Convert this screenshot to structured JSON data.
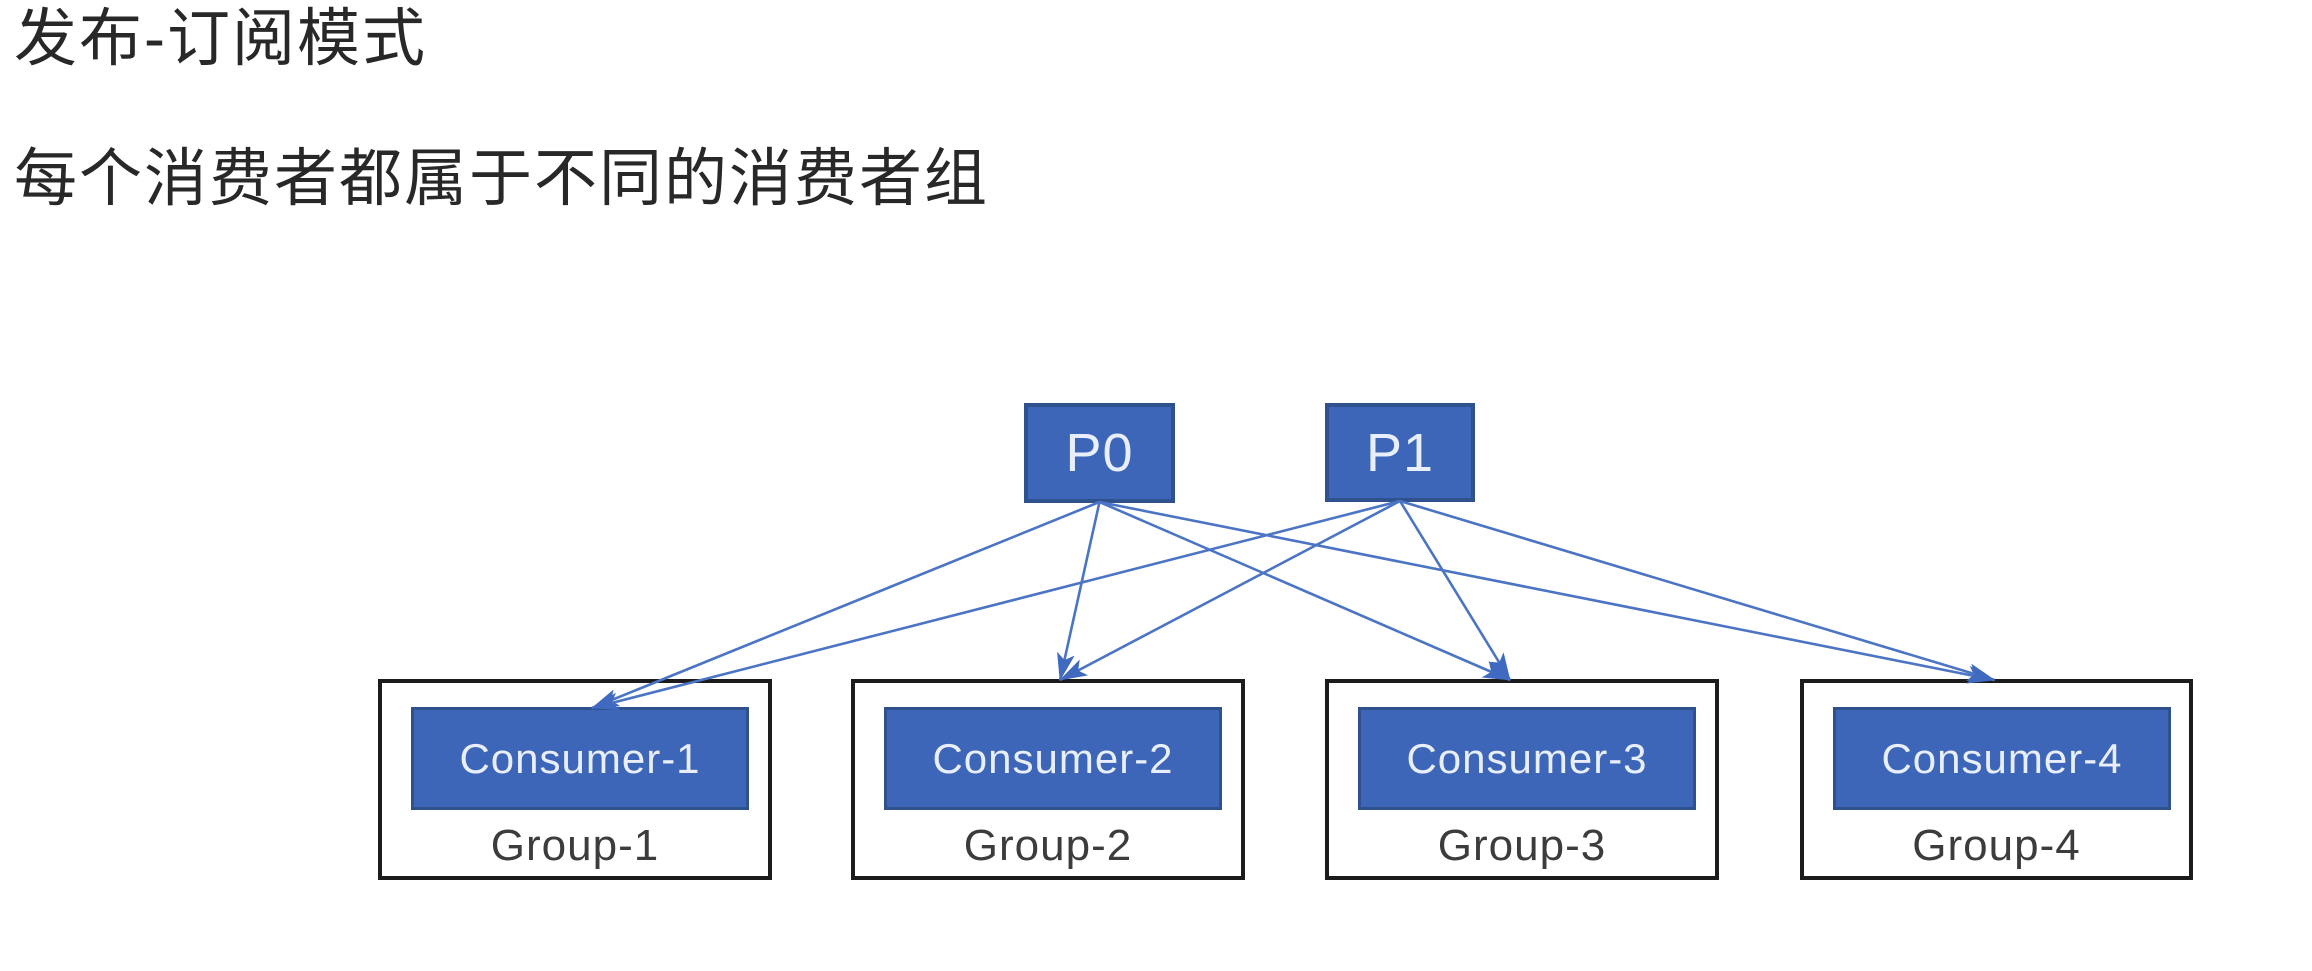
{
  "page": {
    "title": "发布-订阅模式",
    "subtitle": "每个消费者都属于不同的消费者组"
  },
  "diagram": {
    "partitions": [
      {
        "id": "P0",
        "label": "P0"
      },
      {
        "id": "P1",
        "label": "P1"
      }
    ],
    "consumer_groups": [
      {
        "id": "G1",
        "consumer": "Consumer-1",
        "group": "Group-1"
      },
      {
        "id": "G2",
        "consumer": "Consumer-2",
        "group": "Group-2"
      },
      {
        "id": "G3",
        "consumer": "Consumer-3",
        "group": "Group-3"
      },
      {
        "id": "G4",
        "consumer": "Consumer-4",
        "group": "Group-4"
      }
    ],
    "edges": [
      {
        "from": "P0",
        "to": "G1"
      },
      {
        "from": "P0",
        "to": "G2"
      },
      {
        "from": "P0",
        "to": "G3"
      },
      {
        "from": "P0",
        "to": "G4"
      },
      {
        "from": "P1",
        "to": "G1"
      },
      {
        "from": "P1",
        "to": "G2"
      },
      {
        "from": "P1",
        "to": "G3"
      },
      {
        "from": "P1",
        "to": "G4"
      }
    ],
    "colors": {
      "background": "#ffffff",
      "heading_text": "#282828",
      "node_fill": "#3e66b8",
      "node_border": "#2f528f",
      "node_text": "#e9eefb",
      "arrow": "#4b74c5",
      "arrow_head": "#3f6ac0",
      "group_box_border": "#1c1c1c",
      "group_label_text": "#3c3c3c"
    }
  }
}
